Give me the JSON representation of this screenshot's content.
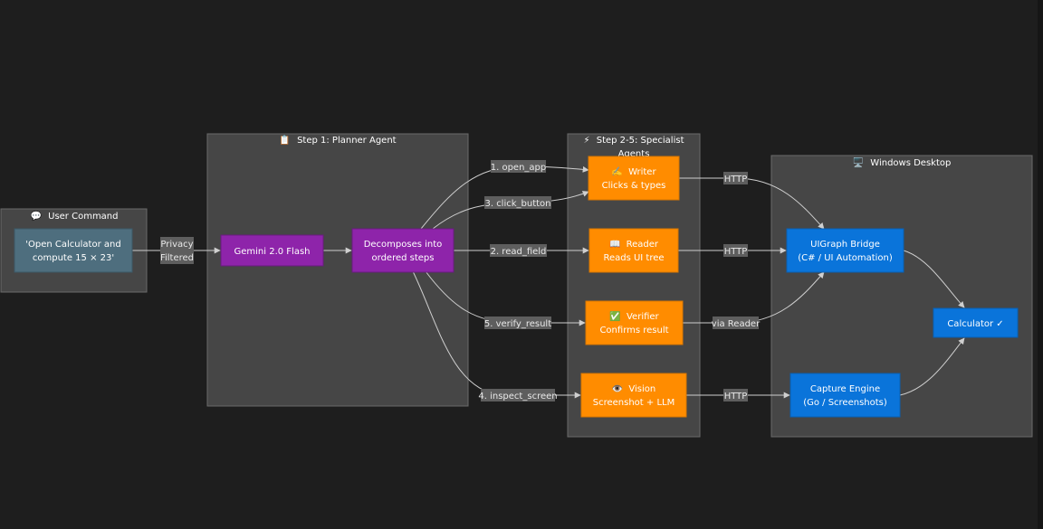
{
  "colors": {
    "background": "#1e1e1e",
    "cluster_fill": "#464646",
    "planner_node": "#8e24aa",
    "agent_node": "#ff8c00",
    "desktop_node": "#0a74da",
    "user_node": "#4e6e7e",
    "edge": "#cfcfcf"
  },
  "clusters": {
    "user": {
      "icon": "💬",
      "title": "User Command"
    },
    "planner": {
      "icon": "📋",
      "title": "Step 1: Planner Agent"
    },
    "specialist": {
      "icon": "⚡",
      "title_line1": "Step 2-5: Specialist",
      "title_line2": "Agents"
    },
    "desktop": {
      "icon": "🖥️",
      "title": "Windows Desktop"
    }
  },
  "nodes": {
    "user_command": {
      "line1": "'Open Calculator and",
      "line2": "compute 15 × 23'"
    },
    "gemini": {
      "line1": "Gemini 2.0 Flash"
    },
    "decompose": {
      "line1": "Decomposes into",
      "line2": "ordered steps"
    },
    "writer": {
      "icon": "✍️",
      "title": "Writer",
      "line2": "Clicks & types"
    },
    "reader": {
      "icon": "📖",
      "title": "Reader",
      "line2": "Reads UI tree"
    },
    "verifier": {
      "icon": "✅",
      "title": "Verifier",
      "line2": "Confirms result"
    },
    "vision": {
      "icon": "👁️",
      "title": "Vision",
      "line2": "Screenshot + LLM"
    },
    "uigraph": {
      "line1": "UIGraph Bridge",
      "line2": "(C# / UI Automation)"
    },
    "capture": {
      "line1": "Capture Engine",
      "line2": "(Go / Screenshots)"
    },
    "calculator": {
      "line1": "Calculator ✓"
    }
  },
  "edge_labels": {
    "privacy_line1": "Privacy",
    "privacy_line2": "Filtered",
    "open_app": "1. open_app",
    "click_button": "3. click_button",
    "read_field": "2. read_field",
    "verify_result": "5. verify_result",
    "inspect_screen": "4. inspect_screen",
    "writer_http": "HTTP",
    "reader_http": "HTTP",
    "via_reader": "via Reader",
    "vision_http": "HTTP"
  }
}
